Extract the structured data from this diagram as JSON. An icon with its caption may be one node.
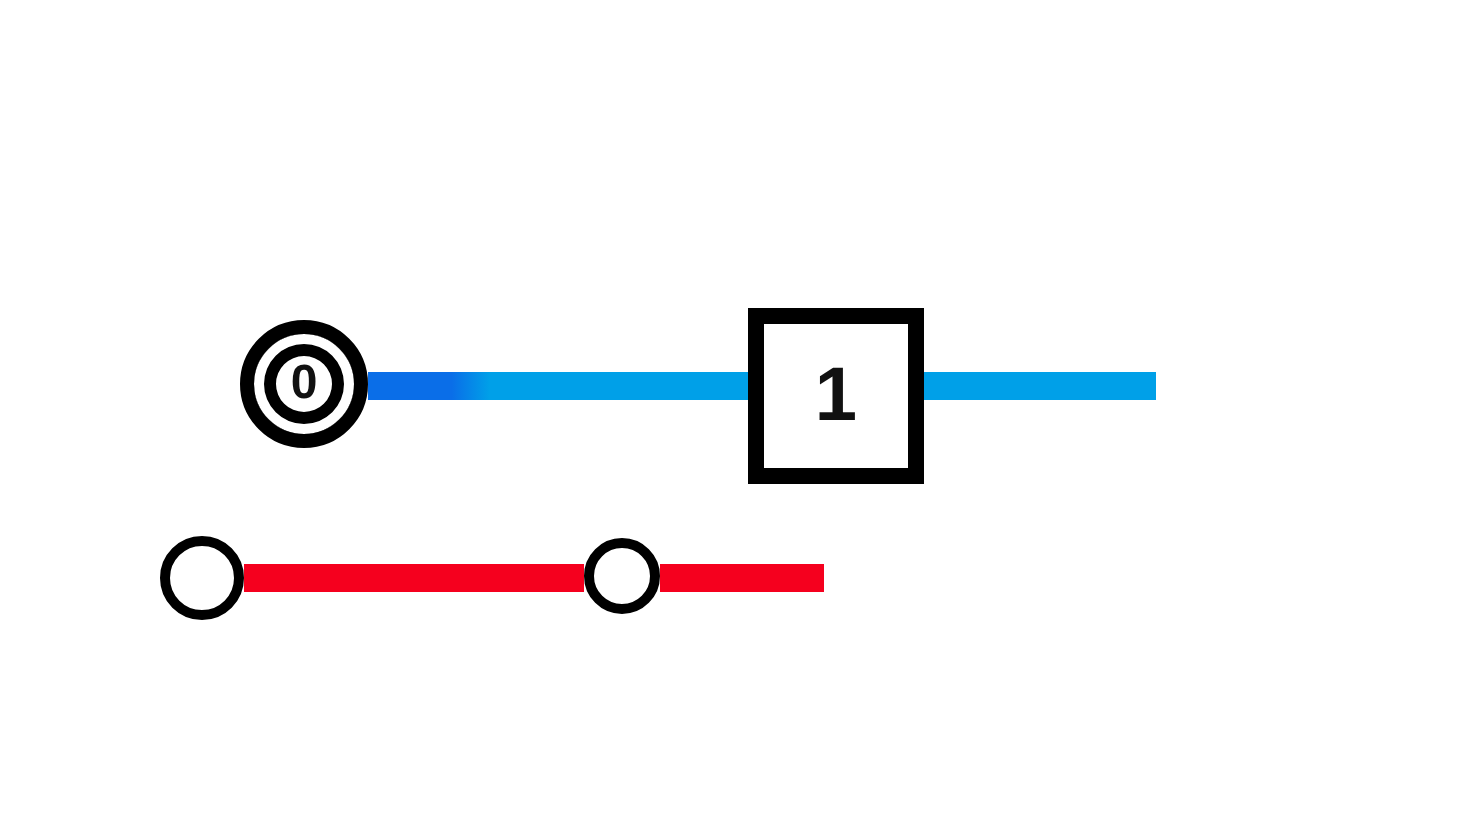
{
  "diagram": {
    "nodes": [
      {
        "text": [
          "0"
        ]
      },
      {
        "text": [
          "1"
        ]
      },
      {
        "text": [],
        "shape": "circle"
      },
      {
        "text": [],
        "shape": "circle"
      }
    ],
    "edges": [
      {
        "from": 0,
        "to": 1,
        "arrow": "none",
        "color": "#00a0e8"
      },
      {
        "from": 1,
        "to": null,
        "arrow": "none",
        "color": "#00a0e8"
      },
      {
        "from": 2,
        "to": 3,
        "arrow": "none",
        "color": "#f5001e"
      },
      {
        "from": 3,
        "to": null,
        "arrow": "none",
        "color": "#f5001e"
      }
    ]
  }
}
